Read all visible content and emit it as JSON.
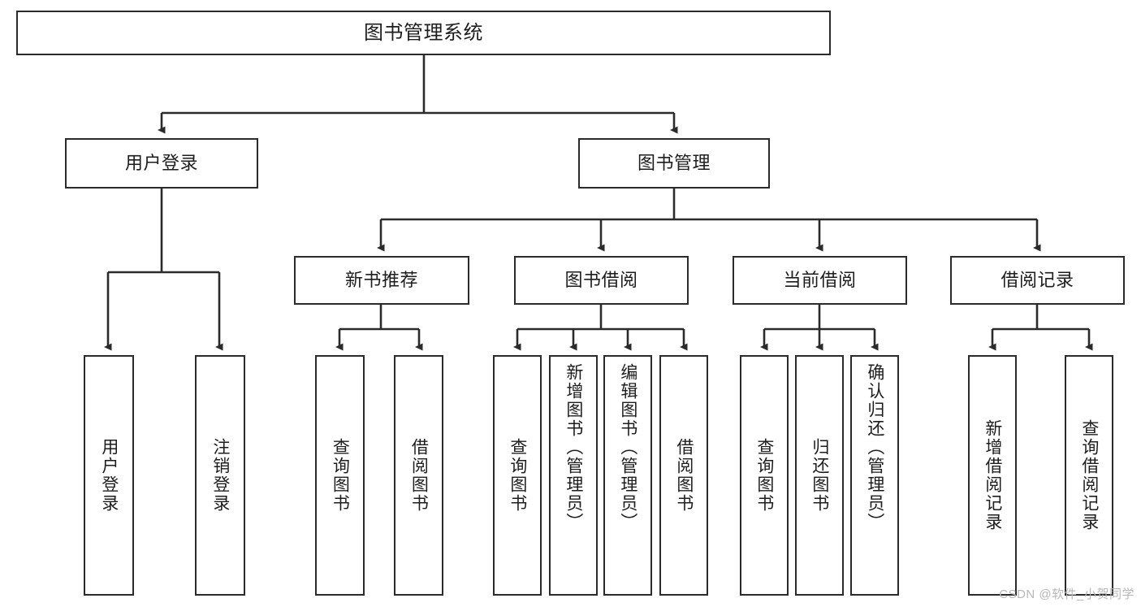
{
  "diagram": {
    "title": "图书管理系统",
    "type": "functional-structure-tree",
    "colors": {
      "box_border": "#2b2b2b",
      "box_fill": "#ffffff",
      "edge": "#2b2b2b",
      "text": "#1d1d1d",
      "watermark": "#b7b7b7",
      "background": "#ffffff"
    }
  },
  "root": {
    "label": "图书管理系统"
  },
  "level2": [
    {
      "label": "用户登录"
    },
    {
      "label": "图书管理"
    }
  ],
  "level3": [
    {
      "label": "新书推荐"
    },
    {
      "label": "图书借阅"
    },
    {
      "label": "当前借阅"
    },
    {
      "label": "借阅记录"
    }
  ],
  "leaves": {
    "user_login": [
      {
        "label": "用户登录"
      },
      {
        "label": "注销登录"
      }
    ],
    "new_book_recommend": [
      {
        "label": "查询图书"
      },
      {
        "label": "借阅图书"
      }
    ],
    "book_borrow": [
      {
        "label": "查询图书"
      },
      {
        "label": "新增图书（管理员）"
      },
      {
        "label": "编辑图书（管理员）"
      },
      {
        "label": "借阅图书"
      }
    ],
    "current_borrow": [
      {
        "label": "查询图书"
      },
      {
        "label": "归还图书"
      },
      {
        "label": "确认归还（管理员）"
      }
    ],
    "borrow_record": [
      {
        "label": "新增借阅记录"
      },
      {
        "label": "查询借阅记录"
      }
    ]
  },
  "watermark": {
    "text": "CSDN @软件_小贺同学"
  }
}
